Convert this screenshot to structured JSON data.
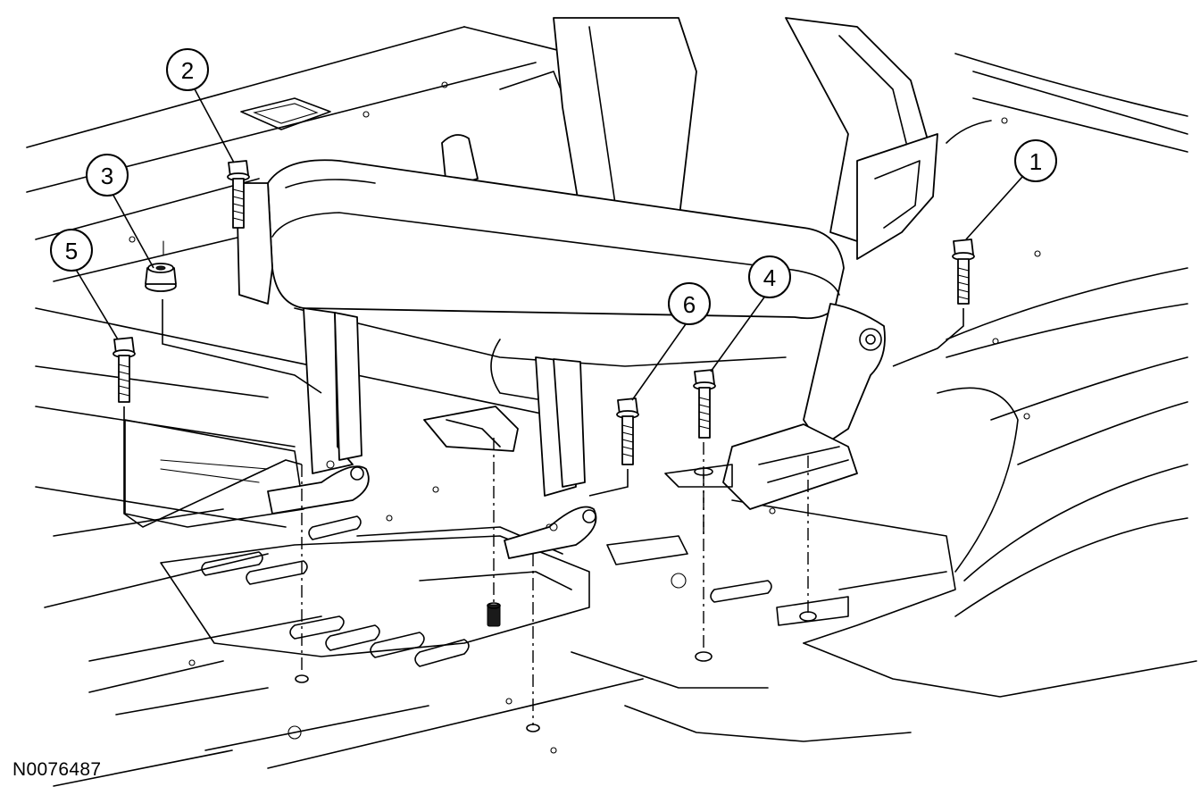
{
  "figure": {
    "reference_code": "N0076487",
    "callouts": [
      {
        "id": "callout-1",
        "number": "1"
      },
      {
        "id": "callout-2",
        "number": "2"
      },
      {
        "id": "callout-3",
        "number": "3"
      },
      {
        "id": "callout-4",
        "number": "4"
      },
      {
        "id": "callout-5",
        "number": "5"
      },
      {
        "id": "callout-6",
        "number": "6"
      }
    ],
    "line_color": "#000000",
    "background_color": "#ffffff"
  }
}
